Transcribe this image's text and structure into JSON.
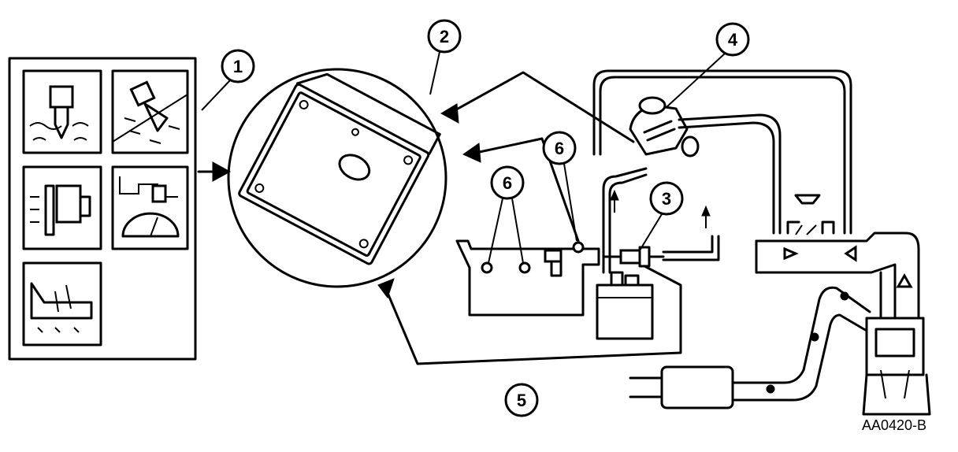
{
  "callouts": {
    "c1": "1",
    "c2": "2",
    "c3": "3",
    "c4": "4",
    "c5": "5",
    "c6a": "6",
    "c6b": "6"
  },
  "figure_code": "AA0420-B"
}
